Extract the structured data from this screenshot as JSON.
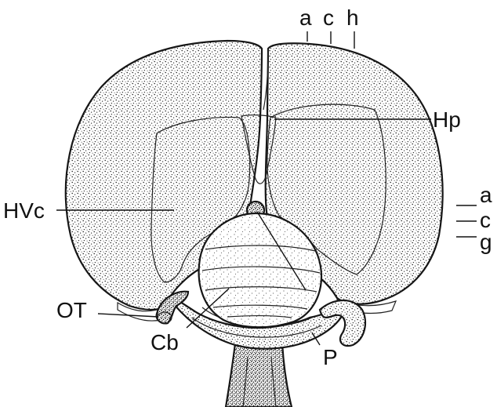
{
  "figure": {
    "labels": {
      "top_a": "a",
      "top_c": "c",
      "top_h": "h",
      "hp": "Hp",
      "hvc": "HVc",
      "right_a": "a",
      "right_c": "c",
      "right_g": "g",
      "ot": "OT",
      "cb": "Cb",
      "p": "P"
    },
    "icons": {
      "illustration": "bird-brain-stipple-illustration"
    },
    "colors": {
      "ink": "#111111",
      "paper": "#ffffff"
    }
  }
}
